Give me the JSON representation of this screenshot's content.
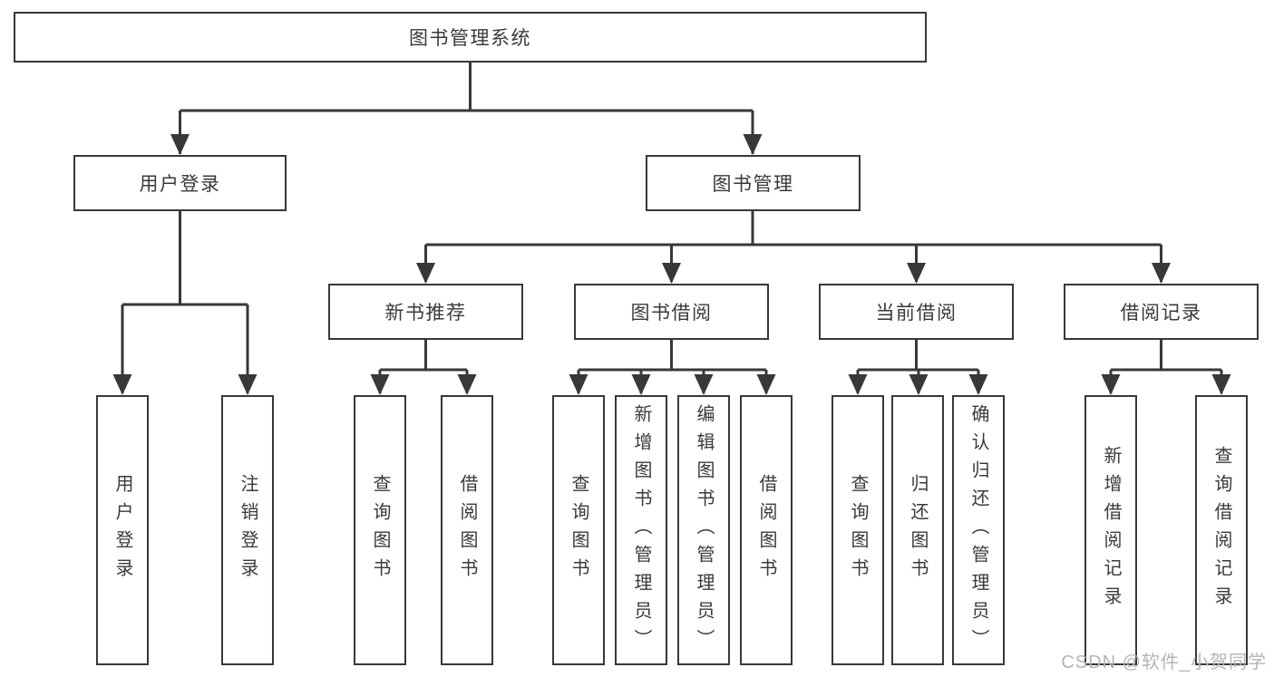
{
  "diagram": {
    "root": {
      "label": "图书管理系统"
    },
    "children": [
      {
        "label": "用户登录",
        "children": [
          {
            "label": "用户登录"
          },
          {
            "label": "注销登录"
          }
        ]
      },
      {
        "label": "图书管理",
        "children": [
          {
            "label": "新书推荐",
            "children": [
              {
                "label": "查询图书"
              },
              {
                "label": "借阅图书"
              }
            ]
          },
          {
            "label": "图书借阅",
            "children": [
              {
                "label": "查询图书"
              },
              {
                "label": "新增图书（管理员）"
              },
              {
                "label": "编辑图书（管理员）"
              },
              {
                "label": "借阅图书"
              }
            ]
          },
          {
            "label": "当前借阅",
            "children": [
              {
                "label": "查询图书"
              },
              {
                "label": "归还图书"
              },
              {
                "label": "确认归还（管理员）"
              }
            ]
          },
          {
            "label": "借阅记录",
            "children": [
              {
                "label": "新增借阅记录"
              },
              {
                "label": "查询借阅记录"
              }
            ]
          }
        ]
      }
    ]
  },
  "watermark": {
    "text": "CSDN @软件_小贺同学"
  },
  "colors": {
    "line": "#383838",
    "text": "#3a3a3a",
    "background": "#ffffff",
    "watermark": "#b4b4b4"
  }
}
